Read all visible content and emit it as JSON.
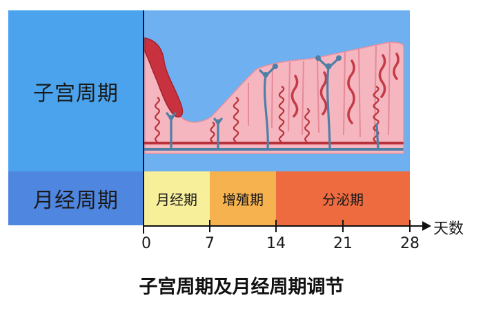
{
  "rows": {
    "uterine_cycle": "子宫周期",
    "menstrual_cycle": "月经周期"
  },
  "phases": {
    "menstrual": "月经期",
    "proliferative": "增殖期",
    "secretory": "分泌期"
  },
  "axis": {
    "ticks": [
      "0",
      "7",
      "14",
      "21",
      "28"
    ],
    "unit": "天数"
  },
  "title": "子宫周期及月经周期调节",
  "colors": {
    "uterine_label_bg": "#4aa3ec",
    "menstrual_label_bg": "#4f86e0",
    "menstrual_phase": "#f8ef9b",
    "proliferative_phase": "#f6b24f",
    "secretory_phase": "#ee6b3f",
    "endometrium": "#f5b6bf",
    "blood_vessel": "#b9323b",
    "gland_vessel": "#4e7fa6"
  }
}
